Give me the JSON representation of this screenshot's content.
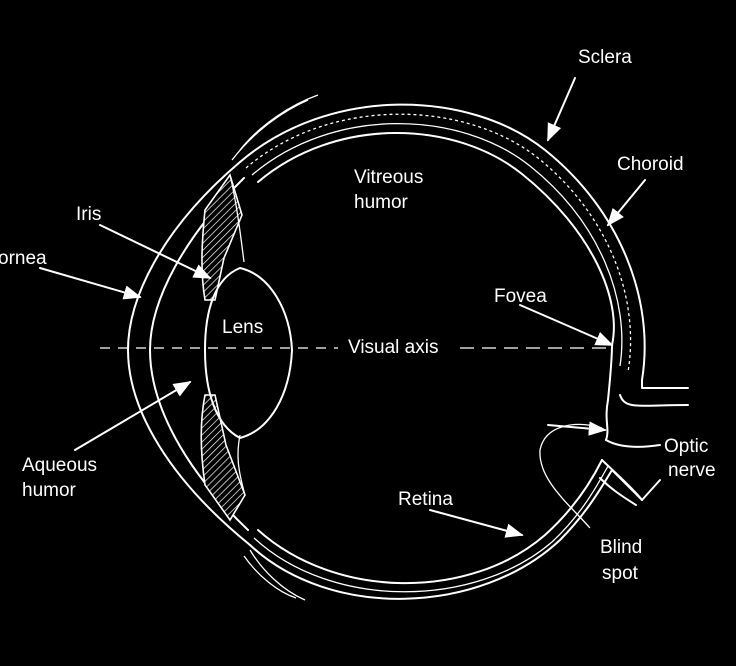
{
  "labels": {
    "sclera": "Sclera",
    "choroid": "Choroid",
    "vitreous_line1": "Vitreous",
    "vitreous_line2": "humor",
    "iris": "Iris",
    "cornea": "ornea",
    "fovea": "Fovea",
    "lens": "Lens",
    "visual_axis": "Visual axis",
    "optic_line1": "Optic",
    "optic_line2": "nerve",
    "aqueous_line1": "Aqueous",
    "aqueous_line2": "humor",
    "retina": "Retina",
    "blind_line1": "Blind",
    "blind_line2": "spot"
  },
  "colors": {
    "background": "#000000",
    "foreground": "#ffffff"
  }
}
